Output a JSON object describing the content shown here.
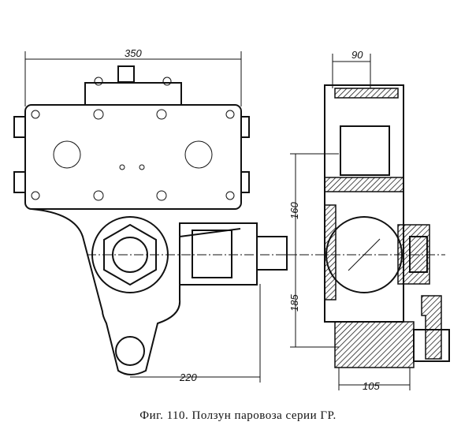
{
  "caption": "Фиг. 110. Ползун паровоза серии ГР.",
  "dimensions": {
    "width_left": "350",
    "width_right": "90",
    "height_upper": "160",
    "height_lower": "185",
    "bottom_left": "220",
    "bottom_right": "105"
  }
}
